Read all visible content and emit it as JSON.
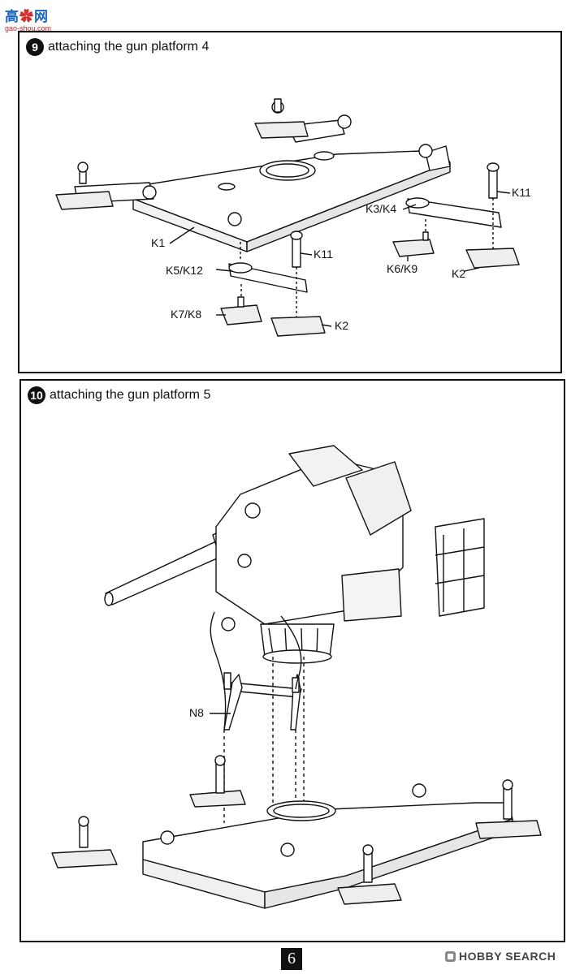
{
  "watermark": {
    "brand_left": "高",
    "brand_right": "网",
    "site": "gao-shou.com"
  },
  "step9": {
    "number": "9",
    "title": "attaching the gun platform 4",
    "labels": {
      "k1": "K1",
      "k3k4": "K3/K4",
      "k11_right": "K11",
      "k11_left": "K11",
      "k5k12": "K5/K12",
      "k6k9": "K6/K9",
      "k2_right": "K2",
      "k7k8": "K7/K8",
      "k2_left": "K2"
    }
  },
  "step10": {
    "number": "10",
    "title": "attaching the gun platform 5",
    "labels": {
      "n8": "N8"
    }
  },
  "footer": {
    "page_number": "6",
    "brand": "HOBBY SEARCH"
  }
}
